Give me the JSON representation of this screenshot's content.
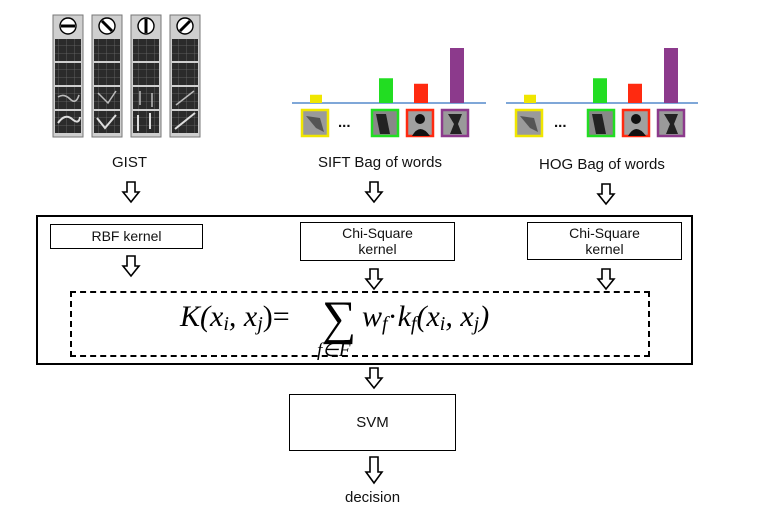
{
  "features": {
    "gist": {
      "label": "GIST"
    },
    "sift": {
      "label": "SIFT Bag of words"
    },
    "hog": {
      "label": "HOG Bag of words"
    }
  },
  "kernels": {
    "rbf": {
      "label": "RBF kernel"
    },
    "chi_square_1": {
      "line1": "Chi-Square",
      "line2": "kernel"
    },
    "chi_square_2": {
      "line1": "Chi-Square",
      "line2": "kernel"
    }
  },
  "ellipsis": "...",
  "formula": {
    "lhs": "K(x",
    "lhs_i": "i",
    "lhs_sep": ", x",
    "lhs_j": "j",
    "lhs_close": ")=",
    "sum": "∑",
    "sum_sub": "f∈F",
    "w": "w",
    "w_sub": "f",
    "dot": "·",
    "k": "k",
    "k_sub": "f",
    "rhs_open": "(x",
    "rhs_i": "i",
    "rhs_sep": ", x",
    "rhs_j": "j",
    "rhs_close": ")"
  },
  "classifier": {
    "label": "SVM"
  },
  "output": {
    "label": "decision"
  },
  "colors": {
    "bar_yellow": "#f0e600",
    "bar_green": "#22dd22",
    "bar_red": "#ff2a10",
    "bar_purple": "#8c3a8c",
    "baseline": "#7fa7d8"
  },
  "histograms": {
    "sift_bars": [
      0.15,
      0.45,
      0.35,
      1.0
    ],
    "hog_bars": [
      0.15,
      0.45,
      0.35,
      1.0
    ]
  },
  "icons": [
    "gist-filter-icon",
    "patch-thumbnail-icon",
    "hollow-down-arrow-icon"
  ]
}
